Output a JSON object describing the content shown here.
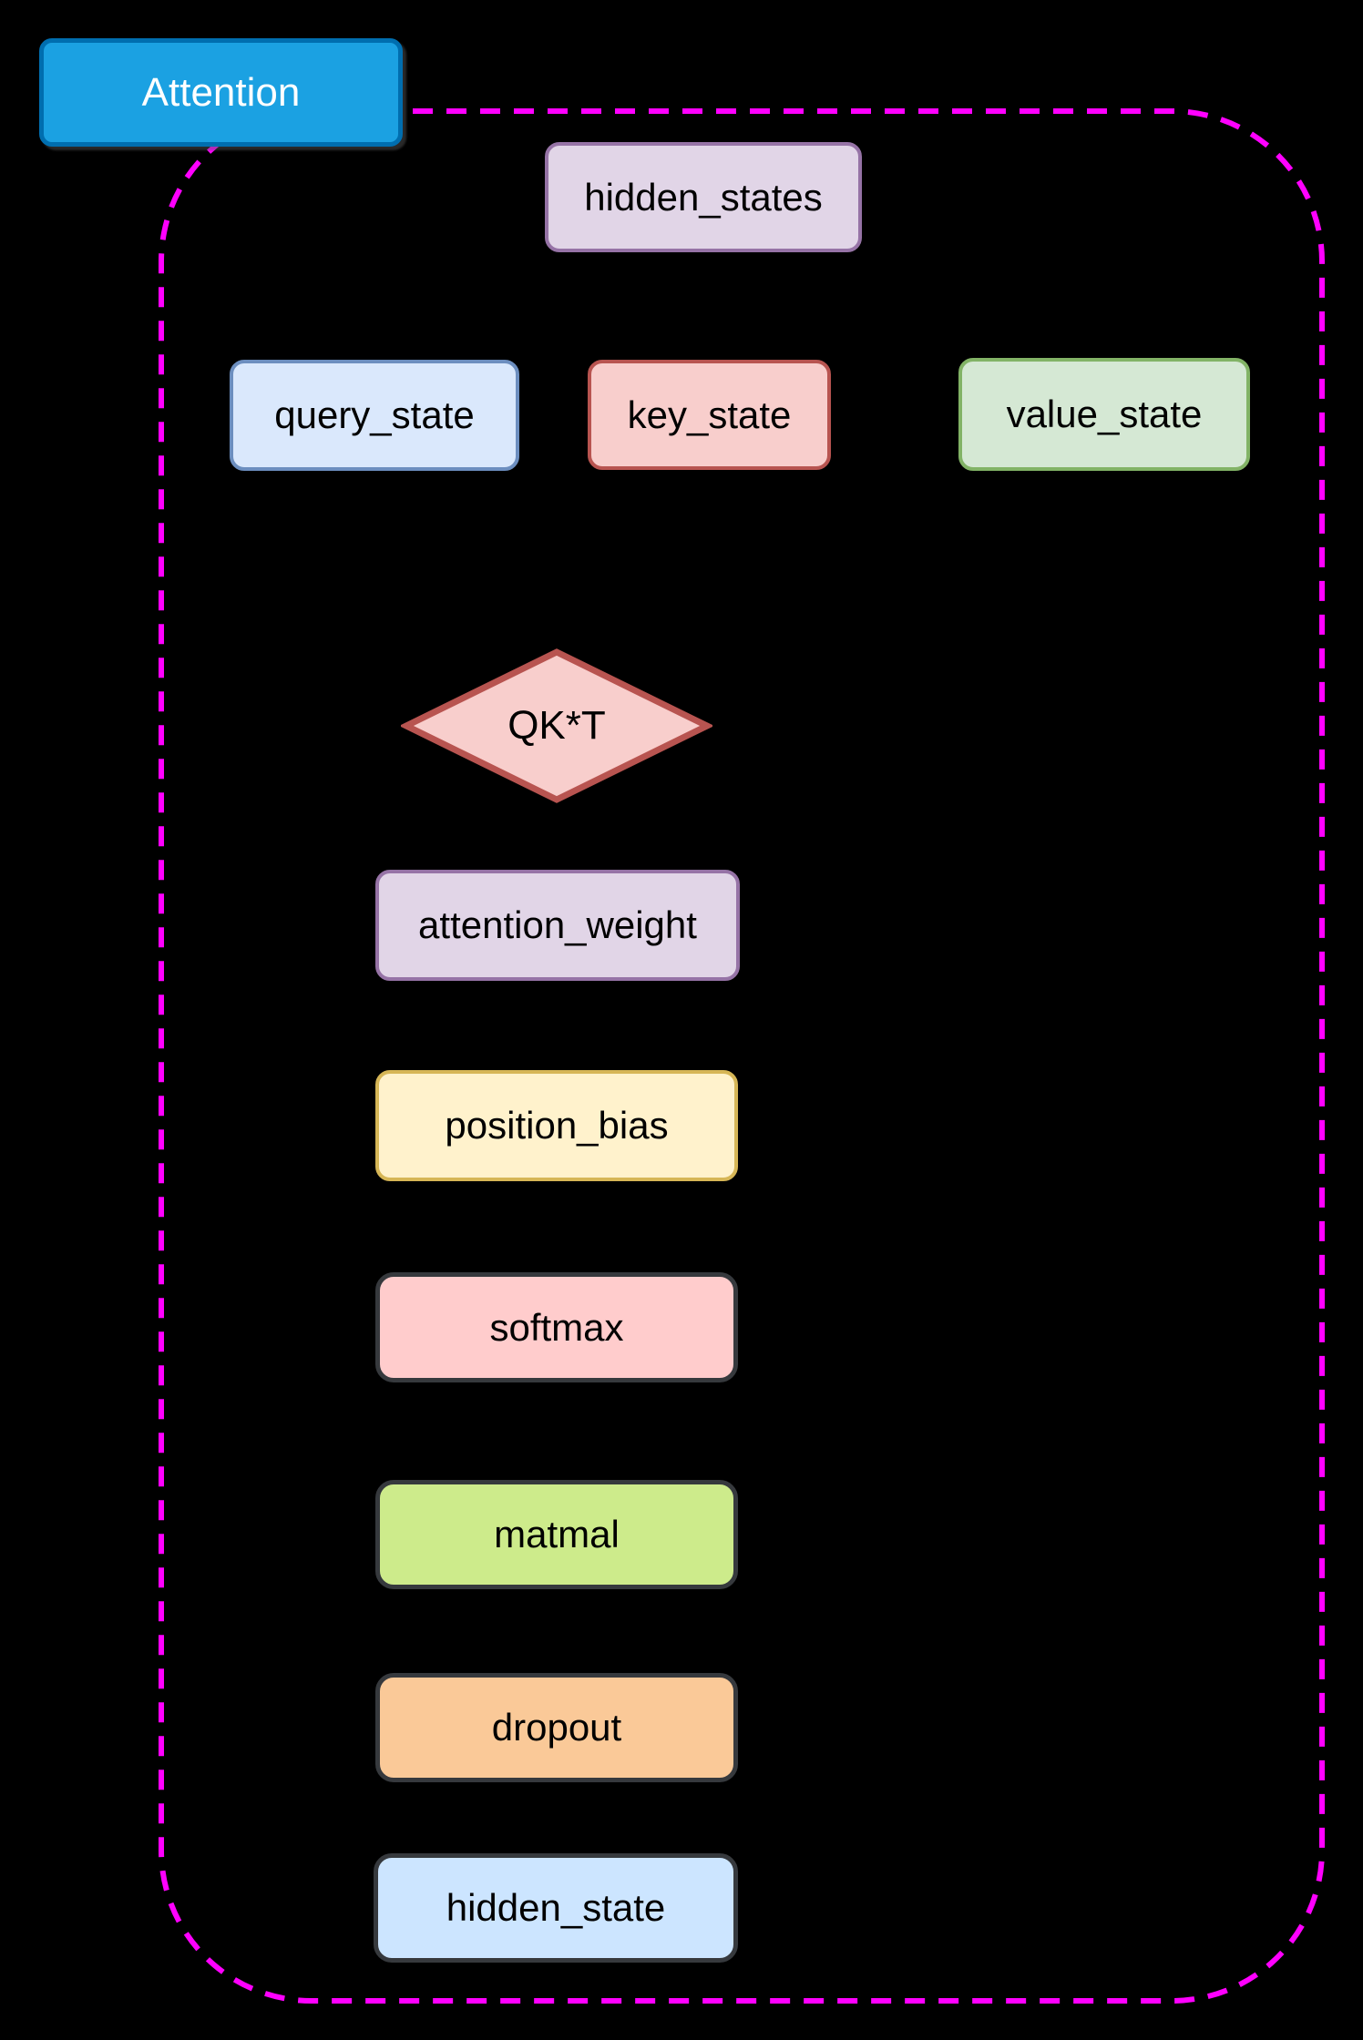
{
  "diagram": {
    "background_color": "#000000",
    "title": {
      "label": "Attention",
      "fill": "#1BA1E2",
      "stroke": "#006EAF",
      "text_color": "#FFFFFF"
    },
    "container": {
      "border_color": "#FF00FF",
      "border_style": "dashed"
    },
    "nodes": {
      "hidden_states": {
        "label": "hidden_states",
        "shape": "rect",
        "fill": "#E1D5E7",
        "stroke": "#9673A6"
      },
      "query_state": {
        "label": "query_state",
        "shape": "rect",
        "fill": "#DAE8FC",
        "stroke": "#6C8EBF"
      },
      "key_state": {
        "label": "key_state",
        "shape": "rect",
        "fill": "#F8CECC",
        "stroke": "#B85450"
      },
      "value_state": {
        "label": "value_state",
        "shape": "rect",
        "fill": "#D5E8D4",
        "stroke": "#82B366"
      },
      "qkt": {
        "label": "QK*T",
        "shape": "diamond",
        "fill": "#F8CECC",
        "stroke": "#B85450"
      },
      "attention_weight": {
        "label": "attention_weight",
        "shape": "rect",
        "fill": "#E1D5E7",
        "stroke": "#9673A6"
      },
      "position_bias": {
        "label": "position_bias",
        "shape": "rect",
        "fill": "#FFF2CC",
        "stroke": "#D6B656"
      },
      "softmax": {
        "label": "softmax",
        "shape": "rect",
        "fill": "#FFCCCC",
        "stroke": "#36393D"
      },
      "matmal": {
        "label": "matmal",
        "shape": "rect",
        "fill": "#CDEB8B",
        "stroke": "#36393D"
      },
      "dropout": {
        "label": "dropout",
        "shape": "rect",
        "fill": "#FAC998",
        "stroke": "#36393D"
      },
      "hidden_state": {
        "label": "hidden_state",
        "shape": "rect",
        "fill": "#CCE5FF",
        "stroke": "#36393D"
      }
    }
  }
}
